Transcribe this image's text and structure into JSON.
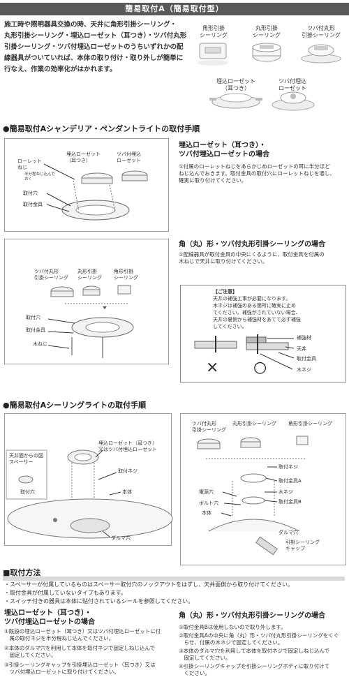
{
  "header": {
    "title": "簡易取付A（簡易取付型）"
  },
  "intro": {
    "lines": [
      "施工時や照明器具交換の時、天井に角形引掛シーリング・",
      "丸形引掛シーリング・埋込ローゼット（耳つき）・ツバ付丸形",
      "引掛シーリング・ツバ付埋込ローゼットのうちいずれかの配",
      "線器具がついていれば、本体の取り付け・取り外しが簡単に",
      "行なえ、作業の効率化がはかれます。"
    ]
  },
  "products": [
    {
      "label": "角形引掛\nシーリング"
    },
    {
      "label": "丸形引掛\nシーリング"
    },
    {
      "label": "ツバ付丸形\n引掛シーリング"
    },
    {
      "label": "埋込ローゼット\n（耳つき）"
    },
    {
      "label": "ツバ付埋込\nローゼット"
    }
  ],
  "section1": {
    "heading": "●簡易取付Aシャンデリア・ペンダントライトの取付手順",
    "diagram1": {
      "rosette_label": "ローレット\nねじ",
      "rosette_note": "半分程ねじ込んで\nおく",
      "embedded_label": "埋込ローゼット\n（耳つき）",
      "flanged_label": "ツバ付埋込\nローゼット",
      "hole_label": "取付穴",
      "bracket_label": "取付金具"
    },
    "sub1": {
      "heading": "埋込ローゼット（耳つき）・\nツバ付埋込ローゼットの場合",
      "text": "①付属のローレットねじをあらかじめローゼットの耳に半分ほど\nねじ込んでおきます。取付金具の取付穴にローレットねじを通し、\n確実に取り付けてください。"
    },
    "diagram2": {
      "c1": "ツバ付丸形\n引掛シーリング",
      "c2": "丸形引掛\nシーリング",
      "c3": "角形引掛\nシーリング",
      "hole_label": "取付穴",
      "bracket_label": "取付金具",
      "screw_label": "木ねじ"
    },
    "sub2": {
      "heading": "角（丸）形・ツバ付丸形引掛シーリングの場合",
      "text": "①配線器具が取付金具の中央にくるように、取付金具を付属の\n木ねじで天井に取り付けてください。"
    },
    "caution": {
      "title": "【ご注意】",
      "lines": [
        "天井の補強工事が必要になります。",
        "木ネジは補強のある箇所に確実に止め",
        "てください。補強がされていない場合、",
        "天井の裏側から補強材をあてて必ず補強",
        "してください。"
      ],
      "labels": [
        "補強材",
        "天井",
        "取付金具",
        "木ネジ"
      ],
      "wrong": "×",
      "right": "○"
    }
  },
  "section2": {
    "heading": "●簡易取付Aシーリングライトの取付手順",
    "diagram3": {
      "rosette_label": "埋込ローゼット（耳つき）\n又はツバ付埋込ローゼット",
      "screw_label": "取付ネジ",
      "body_label": "本体",
      "inset_title": "天井面からの図\nスペーサー",
      "inset_hole": "取付穴",
      "daruma_label": "ダルマ穴"
    },
    "diagram4": {
      "c1": "ツバ付丸形\n引掛シーリング",
      "c2": "丸形引掛シーリング",
      "c3": "角形引掛シーリング",
      "labels": [
        "取付ネジ",
        "取付金具A",
        "木ネジ",
        "取付金具B",
        "ダルマ穴",
        "引掛シーリング\nキャップ"
      ],
      "left_labels": [
        "電源穴",
        "ボルト穴",
        "本体"
      ]
    }
  },
  "method": {
    "heading": "■取付方法",
    "bullets": [
      "・スペーサーが付属しているものはスペーサー取付穴のノックアウトをはずし、天井面側から取り付けてください。",
      "・取付金具が付属していないタイプもあります。",
      "・スイッチ付きの器具は本体に貼付されているシールを参照してください。"
    ],
    "left": {
      "heading": "埋込ローゼット（耳つき）・\nツバ付埋込ローゼットの場合",
      "steps": [
        "①既設の埋込ローゼット（耳つき）又はツバ付埋込ローゼットに付\n　属の取付ネジを半分程ねじ込んでください。",
        "②本体のダルマ穴を利用して本体を取付ネジで固定しねじ込んで\n　固定してください。",
        "③引掛シーリングキャップを引掛埋込ローゼット（耳つき）又は\n　ツバ付埋込ローゼットに取り付けてください。"
      ]
    },
    "right": {
      "heading": "角（丸）形・ツバ付丸形引掛シーリングの場合",
      "steps": [
        "①取付金具Bは使用しないので取り外します。",
        "②取付金具Aの中央に角（丸）形・ツバ付丸形引掛シーリングをくぐ\n　らせ、付属の木ネジで固定してください。",
        "③本体のダルマ穴を利用して本体を取付ネジで固定しねじ込んで\n　固定してください。",
        "④引掛シーリングキャップを引掛シーリングボディに取り付けて\n　ください。"
      ]
    }
  }
}
